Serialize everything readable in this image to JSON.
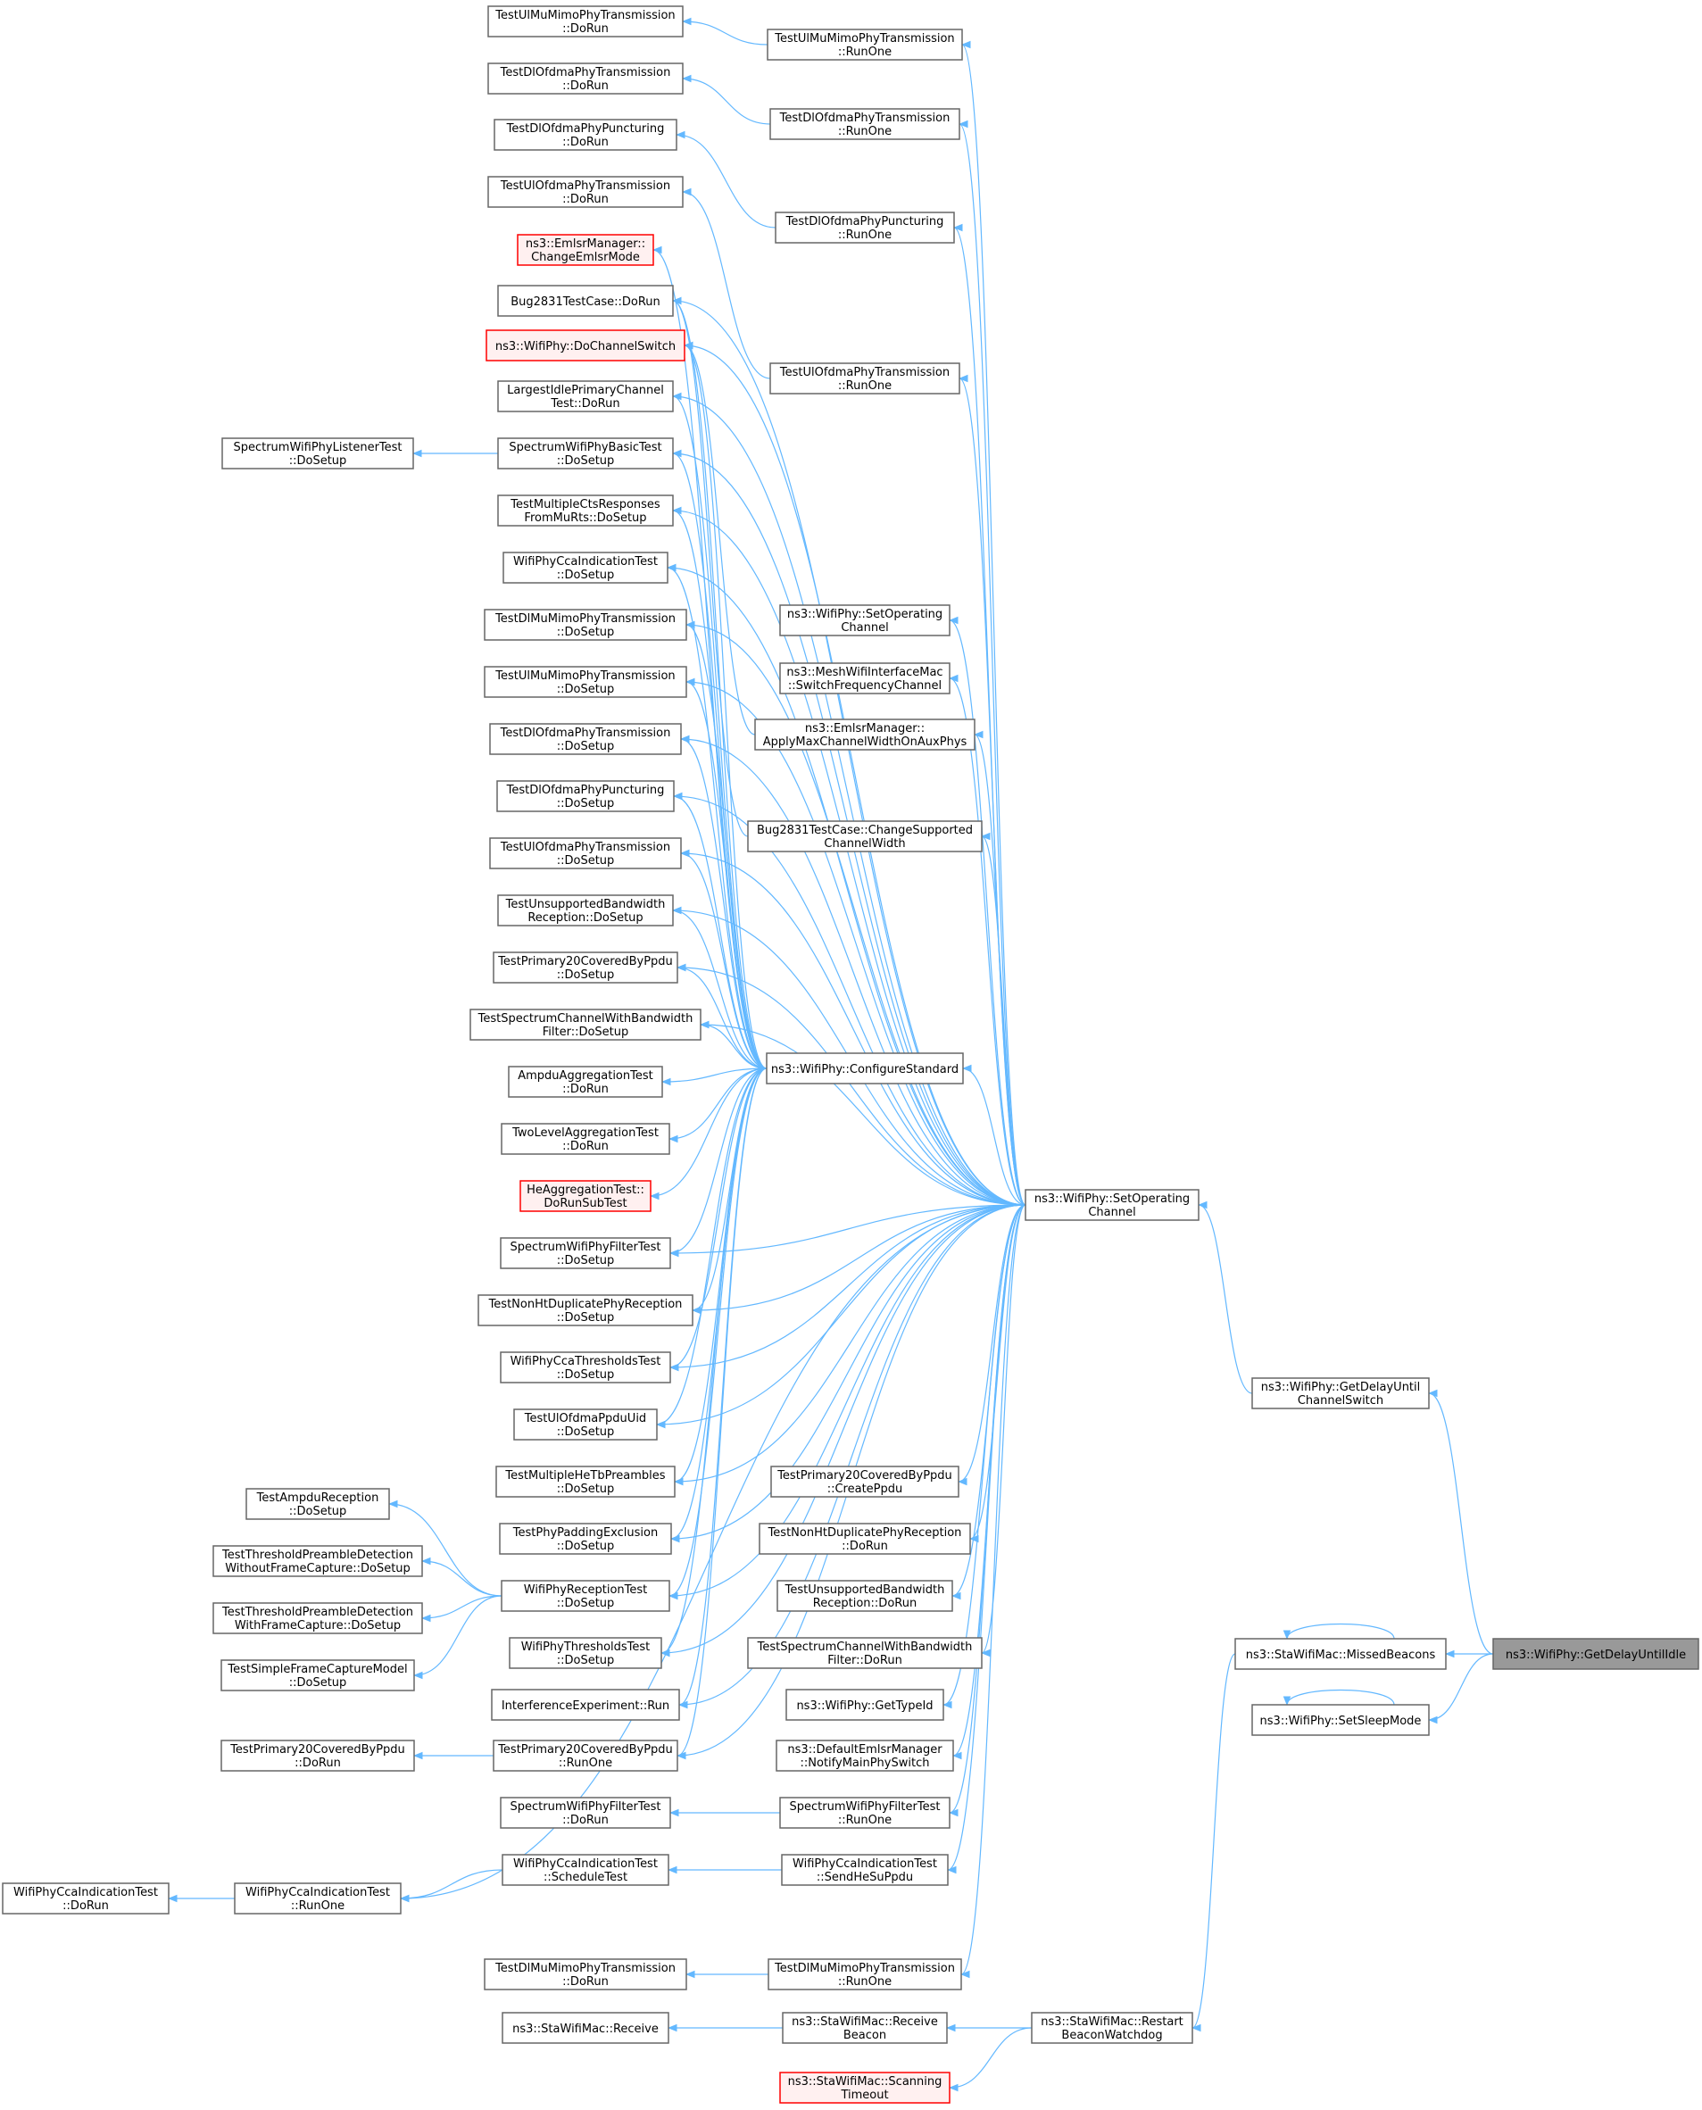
{
  "colors": {
    "edge": "#63b8ff",
    "node_border": "#666666",
    "node_fill": "#ffffff",
    "highlight_fill": "#999999",
    "warning_border": "#ff0000",
    "warning_fill": "#fff0f0"
  },
  "nodes": [
    {
      "id": "ulmu_dorun",
      "lines": [
        "TestUlMuMimoPhyTransmission",
        "::DoRun"
      ]
    },
    {
      "id": "ulmu_runone",
      "lines": [
        "TestUlMuMimoPhyTransmission",
        "::RunOne"
      ]
    },
    {
      "id": "dlofdma_dorun",
      "lines": [
        "TestDlOfdmaPhyTransmission",
        "::DoRun"
      ]
    },
    {
      "id": "dlofdma_runone",
      "lines": [
        "TestDlOfdmaPhyTransmission",
        "::RunOne"
      ]
    },
    {
      "id": "dlpunct_dorun",
      "lines": [
        "TestDlOfdmaPhyPuncturing",
        "::DoRun"
      ]
    },
    {
      "id": "dlpunct_runone",
      "lines": [
        "TestDlOfdmaPhyPuncturing",
        "::RunOne"
      ]
    },
    {
      "id": "ulofdma_dorun",
      "lines": [
        "TestUlOfdmaPhyTransmission",
        "::DoRun"
      ]
    },
    {
      "id": "ulofdma_runone",
      "lines": [
        "TestUlOfdmaPhyTransmission",
        "::RunOne"
      ]
    },
    {
      "id": "changeemlsr",
      "lines": [
        "ns3::EmlsrManager::",
        "ChangeEmlsrMode"
      ],
      "style": "red"
    },
    {
      "id": "bug2831_dorun",
      "lines": [
        "Bug2831TestCase::DoRun"
      ]
    },
    {
      "id": "dochannelswitch",
      "lines": [
        "ns3::WifiPhy::DoChannelSwitch"
      ],
      "style": "red"
    },
    {
      "id": "largestidle",
      "lines": [
        "LargestIdlePrimaryChannel",
        "Test::DoRun"
      ]
    },
    {
      "id": "listener",
      "lines": [
        "SpectrumWifiPhyListenerTest",
        "::DoSetup"
      ]
    },
    {
      "id": "basictest",
      "lines": [
        "SpectrumWifiPhyBasicTest",
        "::DoSetup"
      ]
    },
    {
      "id": "multicts",
      "lines": [
        "TestMultipleCtsResponses",
        "FromMuRts::DoSetup"
      ]
    },
    {
      "id": "ccaind_setup",
      "lines": [
        "WifiPhyCcaIndicationTest",
        "::DoSetup"
      ]
    },
    {
      "id": "dlmu_setup",
      "lines": [
        "TestDlMuMimoPhyTransmission",
        "::DoSetup"
      ]
    },
    {
      "id": "ulmu_setup",
      "lines": [
        "TestUlMuMimoPhyTransmission",
        "::DoSetup"
      ]
    },
    {
      "id": "dlofdma_setup",
      "lines": [
        "TestDlOfdmaPhyTransmission",
        "::DoSetup"
      ]
    },
    {
      "id": "dlpunct_setup",
      "lines": [
        "TestDlOfdmaPhyPuncturing",
        "::DoSetup"
      ]
    },
    {
      "id": "ulofdma_setup",
      "lines": [
        "TestUlOfdmaPhyTransmission",
        "::DoSetup"
      ]
    },
    {
      "id": "unsupbw_setup",
      "lines": [
        "TestUnsupportedBandwidth",
        "Reception::DoSetup"
      ]
    },
    {
      "id": "prim20_setup",
      "lines": [
        "TestPrimary20CoveredByPpdu",
        "::DoSetup"
      ]
    },
    {
      "id": "specbw_setup",
      "lines": [
        "TestSpectrumChannelWithBandwidth",
        "Filter::DoSetup"
      ]
    },
    {
      "id": "ampduagg",
      "lines": [
        "AmpduAggregationTest",
        "::DoRun"
      ]
    },
    {
      "id": "twolevel",
      "lines": [
        "TwoLevelAggregationTest",
        "::DoRun"
      ]
    },
    {
      "id": "heagg",
      "lines": [
        "HeAggregationTest::",
        "DoRunSubTest"
      ],
      "style": "red"
    },
    {
      "id": "filter_setup",
      "lines": [
        "SpectrumWifiPhyFilterTest",
        "::DoSetup"
      ]
    },
    {
      "id": "nonht_setup",
      "lines": [
        "TestNonHtDuplicatePhyReception",
        "::DoSetup"
      ]
    },
    {
      "id": "ccathr_setup",
      "lines": [
        "WifiPhyCcaThresholdsTest",
        "::DoSetup"
      ]
    },
    {
      "id": "ppduuid_setup",
      "lines": [
        "TestUlOfdmaPpduUid",
        "::DoSetup"
      ]
    },
    {
      "id": "multihetb_setup",
      "lines": [
        "TestMultipleHeTbPreambles",
        "::DoSetup"
      ]
    },
    {
      "id": "padding_setup",
      "lines": [
        "TestPhyPaddingExclusion",
        "::DoSetup"
      ]
    },
    {
      "id": "ampdurx_setup",
      "lines": [
        "TestAmpduReception",
        "::DoSetup"
      ]
    },
    {
      "id": "thrwithout",
      "lines": [
        "TestThresholdPreambleDetection",
        "WithoutFrameCapture::DoSetup"
      ]
    },
    {
      "id": "thrwith",
      "lines": [
        "TestThresholdPreambleDetection",
        "WithFrameCapture::DoSetup"
      ]
    },
    {
      "id": "simplecap",
      "lines": [
        "TestSimpleFrameCaptureModel",
        "::DoSetup"
      ]
    },
    {
      "id": "rxtest_setup",
      "lines": [
        "WifiPhyReceptionTest",
        "::DoSetup"
      ]
    },
    {
      "id": "thresholds_setup",
      "lines": [
        "WifiPhyThresholdsTest",
        "::DoSetup"
      ]
    },
    {
      "id": "interference",
      "lines": [
        "InterferenceExperiment::Run"
      ]
    },
    {
      "id": "prim20_dorun",
      "lines": [
        "TestPrimary20CoveredByPpdu",
        "::DoRun"
      ]
    },
    {
      "id": "prim20_runone",
      "lines": [
        "TestPrimary20CoveredByPpdu",
        "::RunOne"
      ]
    },
    {
      "id": "filter_dorun",
      "lines": [
        "SpectrumWifiPhyFilterTest",
        "::DoRun"
      ]
    },
    {
      "id": "ccaind_dorun",
      "lines": [
        "WifiPhyCcaIndicationTest",
        "::DoRun"
      ]
    },
    {
      "id": "ccaind_runone",
      "lines": [
        "WifiPhyCcaIndicationTest",
        "::RunOne"
      ]
    },
    {
      "id": "ccaind_sched",
      "lines": [
        "WifiPhyCcaIndicationTest",
        "::ScheduleTest"
      ]
    },
    {
      "id": "dlmu_dorun",
      "lines": [
        "TestDlMuMimoPhyTransmission",
        "::DoRun"
      ]
    },
    {
      "id": "stamac_receive",
      "lines": [
        "ns3::StaWifiMac::Receive"
      ]
    },
    {
      "id": "setopch_phy",
      "lines": [
        "ns3::WifiPhy::SetOperating",
        "Channel"
      ]
    },
    {
      "id": "meshswitch",
      "lines": [
        "ns3::MeshWifiInterfaceMac",
        "::SwitchFrequencyChannel"
      ]
    },
    {
      "id": "applymax",
      "lines": [
        "ns3::EmlsrManager::",
        "ApplyMaxChannelWidthOnAuxPhys"
      ]
    },
    {
      "id": "bug2831_change",
      "lines": [
        "Bug2831TestCase::ChangeSupported",
        "ChannelWidth"
      ]
    },
    {
      "id": "configstd",
      "lines": [
        "ns3::WifiPhy::ConfigureStandard"
      ]
    },
    {
      "id": "prim20_create",
      "lines": [
        "TestPrimary20CoveredByPpdu",
        "::CreatePpdu"
      ]
    },
    {
      "id": "nonht_dorun",
      "lines": [
        "TestNonHtDuplicatePhyReception",
        "::DoRun"
      ]
    },
    {
      "id": "unsupbw_dorun",
      "lines": [
        "TestUnsupportedBandwidth",
        "Reception::DoRun"
      ]
    },
    {
      "id": "specbw_dorun",
      "lines": [
        "TestSpectrumChannelWithBandwidth",
        "Filter::DoRun"
      ]
    },
    {
      "id": "gettypeid",
      "lines": [
        "ns3::WifiPhy::GetTypeId"
      ]
    },
    {
      "id": "notifymain",
      "lines": [
        "ns3::DefaultEmlsrManager",
        "::NotifyMainPhySwitch"
      ]
    },
    {
      "id": "filter_runone",
      "lines": [
        "SpectrumWifiPhyFilterTest",
        "::RunOne"
      ]
    },
    {
      "id": "ccaind_sendhesu",
      "lines": [
        "WifiPhyCcaIndicationTest",
        "::SendHeSuPpdu"
      ]
    },
    {
      "id": "dlmu_runone",
      "lines": [
        "TestDlMuMimoPhyTransmission",
        "::RunOne"
      ]
    },
    {
      "id": "receivebeacon",
      "lines": [
        "ns3::StaWifiMac::Receive",
        "Beacon"
      ]
    },
    {
      "id": "scanning",
      "lines": [
        "ns3::StaWifiMac::Scanning",
        "Timeout"
      ],
      "style": "red"
    },
    {
      "id": "setopch",
      "lines": [
        "ns3::WifiPhy::SetOperating",
        "Channel"
      ]
    },
    {
      "id": "restartbw",
      "lines": [
        "ns3::StaWifiMac::Restart",
        "BeaconWatchdog"
      ]
    },
    {
      "id": "getdelaych",
      "lines": [
        "ns3::WifiPhy::GetDelayUntil",
        "ChannelSwitch"
      ]
    },
    {
      "id": "missedbeacons",
      "lines": [
        "ns3::StaWifiMac::MissedBeacons"
      ]
    },
    {
      "id": "setsleep",
      "lines": [
        "ns3::WifiPhy::SetSleepMode"
      ]
    },
    {
      "id": "getdelayidle",
      "lines": [
        "ns3::WifiPhy::GetDelayUntilIdle"
      ],
      "style": "focus"
    }
  ],
  "edges": [
    [
      "ulmu_runone",
      "ulmu_dorun"
    ],
    [
      "dlofdma_runone",
      "dlofdma_dorun"
    ],
    [
      "dlpunct_runone",
      "dlpunct_dorun"
    ],
    [
      "ulofdma_runone",
      "ulofdma_dorun"
    ],
    [
      "basictest",
      "listener"
    ],
    [
      "prim20_runone",
      "prim20_dorun"
    ],
    [
      "filter_runone",
      "filter_dorun"
    ],
    [
      "ccaind_sched",
      "ccaind_runone"
    ],
    [
      "ccaind_runone",
      "ccaind_dorun"
    ],
    [
      "ccaind_sendhesu",
      "ccaind_sched"
    ],
    [
      "dlmu_runone",
      "dlmu_dorun"
    ],
    [
      "receivebeacon",
      "stamac_receive"
    ],
    [
      "rxtest_setup",
      "ampdurx_setup"
    ],
    [
      "rxtest_setup",
      "thrwithout"
    ],
    [
      "rxtest_setup",
      "thrwith"
    ],
    [
      "rxtest_setup",
      "simplecap"
    ],
    [
      "restartbw",
      "receivebeacon"
    ],
    [
      "restartbw",
      "scanning"
    ],
    [
      "getdelaych",
      "setopch"
    ],
    [
      "getdelayidle",
      "getdelaych"
    ],
    [
      "getdelayidle",
      "missedbeacons"
    ],
    [
      "getdelayidle",
      "setsleep"
    ],
    [
      "missedbeacons",
      "restartbw"
    ],
    [
      "missedbeacons",
      "missedbeacons"
    ],
    [
      "setsleep",
      "setsleep"
    ],
    [
      "setopch",
      "ulmu_runone"
    ],
    [
      "setopch",
      "dlofdma_runone"
    ],
    [
      "setopch",
      "dlpunct_runone"
    ],
    [
      "setopch",
      "ulofdma_runone"
    ],
    [
      "setopch",
      "setopch_phy"
    ],
    [
      "setopch",
      "meshswitch"
    ],
    [
      "setopch",
      "applymax"
    ],
    [
      "setopch",
      "bug2831_change"
    ],
    [
      "setopch",
      "configstd"
    ],
    [
      "setopch",
      "prim20_create"
    ],
    [
      "setopch",
      "nonht_dorun"
    ],
    [
      "setopch",
      "unsupbw_dorun"
    ],
    [
      "setopch",
      "specbw_dorun"
    ],
    [
      "setopch",
      "gettypeid"
    ],
    [
      "setopch",
      "notifymain"
    ],
    [
      "setopch",
      "filter_runone"
    ],
    [
      "setopch",
      "ccaind_sendhesu"
    ],
    [
      "setopch",
      "dlmu_runone"
    ],
    [
      "setopch",
      "ccaind_runone"
    ],
    [
      "setopch",
      "bug2831_dorun"
    ],
    [
      "setopch",
      "dochannelswitch"
    ],
    [
      "setopch",
      "largestidle"
    ],
    [
      "setopch",
      "basictest"
    ],
    [
      "setopch",
      "multicts"
    ],
    [
      "setopch",
      "ccaind_setup"
    ],
    [
      "setopch",
      "dlmu_setup"
    ],
    [
      "setopch",
      "ulmu_setup"
    ],
    [
      "setopch",
      "dlofdma_setup"
    ],
    [
      "setopch",
      "dlpunct_setup"
    ],
    [
      "setopch",
      "ulofdma_setup"
    ],
    [
      "setopch",
      "unsupbw_setup"
    ],
    [
      "setopch",
      "prim20_setup"
    ],
    [
      "setopch",
      "specbw_setup"
    ],
    [
      "setopch",
      "filter_setup"
    ],
    [
      "setopch",
      "nonht_setup"
    ],
    [
      "setopch",
      "ccathr_setup"
    ],
    [
      "setopch",
      "ppduuid_setup"
    ],
    [
      "setopch",
      "multihetb_setup"
    ],
    [
      "setopch",
      "padding_setup"
    ],
    [
      "setopch",
      "rxtest_setup"
    ],
    [
      "setopch",
      "thresholds_setup"
    ],
    [
      "setopch",
      "interference"
    ],
    [
      "setopch",
      "prim20_runone"
    ],
    [
      "configstd",
      "changeemlsr"
    ],
    [
      "configstd",
      "bug2831_dorun"
    ],
    [
      "configstd",
      "dochannelswitch"
    ],
    [
      "configstd",
      "largestidle"
    ],
    [
      "configstd",
      "basictest"
    ],
    [
      "configstd",
      "multicts"
    ],
    [
      "configstd",
      "ccaind_setup"
    ],
    [
      "configstd",
      "dlmu_setup"
    ],
    [
      "configstd",
      "ulmu_setup"
    ],
    [
      "configstd",
      "dlofdma_setup"
    ],
    [
      "configstd",
      "dlpunct_setup"
    ],
    [
      "configstd",
      "ulofdma_setup"
    ],
    [
      "configstd",
      "unsupbw_setup"
    ],
    [
      "configstd",
      "prim20_setup"
    ],
    [
      "configstd",
      "specbw_setup"
    ],
    [
      "configstd",
      "ampduagg"
    ],
    [
      "configstd",
      "twolevel"
    ],
    [
      "configstd",
      "heagg"
    ],
    [
      "configstd",
      "filter_setup"
    ],
    [
      "configstd",
      "nonht_setup"
    ],
    [
      "configstd",
      "ccathr_setup"
    ],
    [
      "configstd",
      "ppduuid_setup"
    ],
    [
      "configstd",
      "multihetb_setup"
    ],
    [
      "configstd",
      "padding_setup"
    ],
    [
      "configstd",
      "rxtest_setup"
    ],
    [
      "configstd",
      "thresholds_setup"
    ],
    [
      "configstd",
      "interference"
    ],
    [
      "configstd",
      "prim20_runone"
    ],
    [
      "applymax",
      "dochannelswitch"
    ],
    [
      "bug2831_change",
      "bug2831_dorun"
    ]
  ]
}
